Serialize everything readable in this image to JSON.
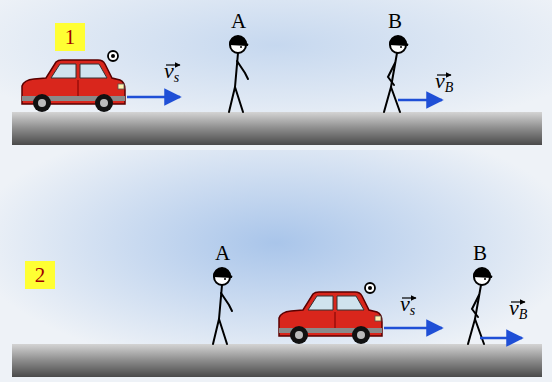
{
  "diagram": {
    "nodes": [
      {
        "text": [
          "1"
        ]
      },
      {
        "text": [
          "2"
        ]
      }
    ],
    "labels": [
      "vs",
      "A",
      "B",
      "vB",
      "A",
      "vs",
      "B",
      "vB"
    ]
  }
}
